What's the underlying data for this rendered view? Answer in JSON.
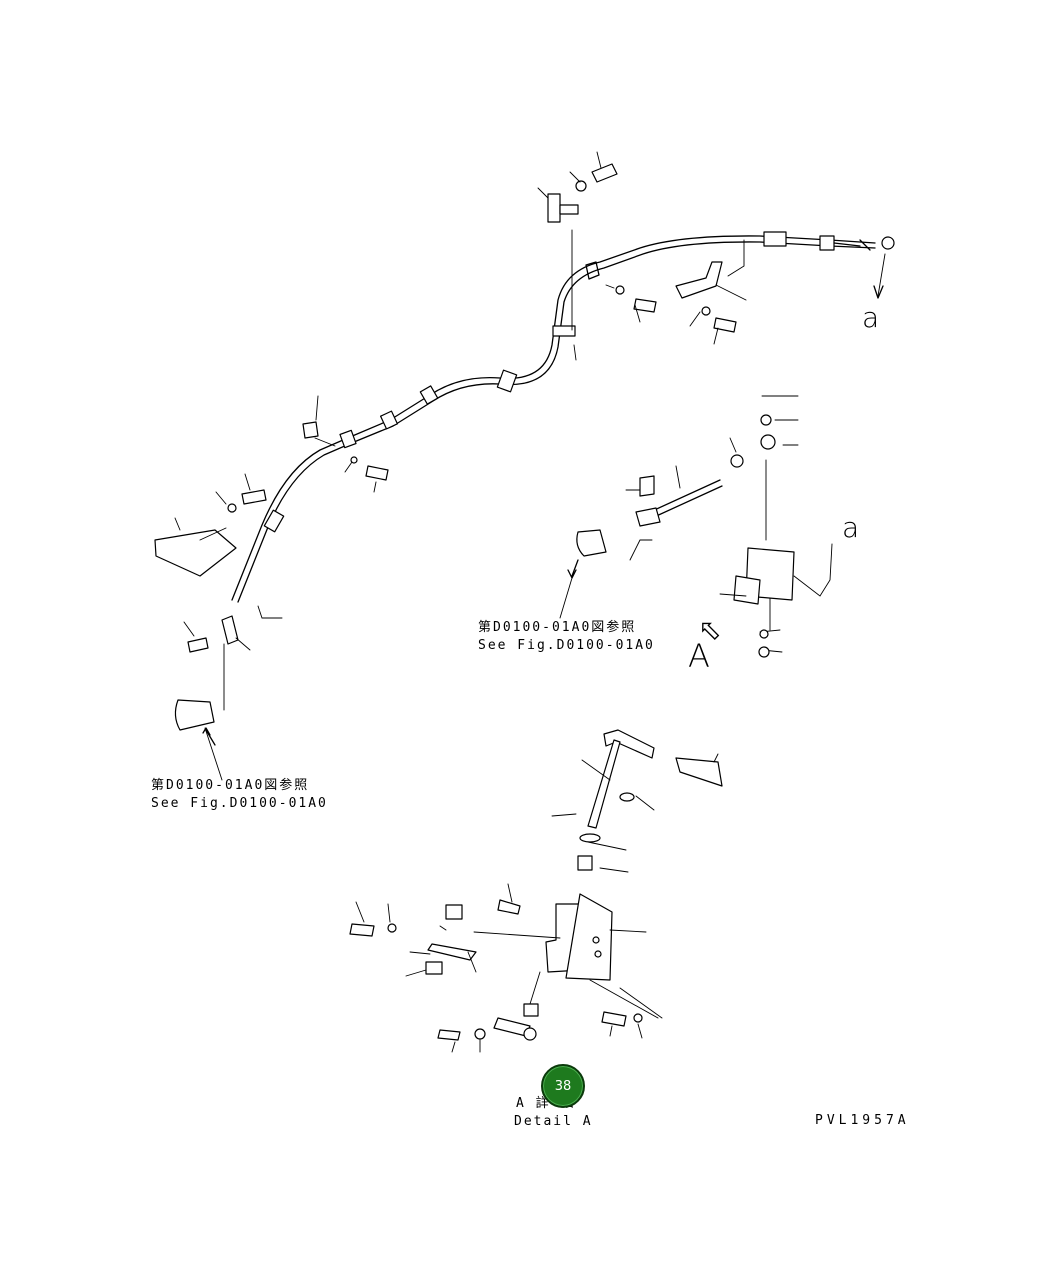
{
  "diagram": {
    "drawing_code": "PVL1957A",
    "refs": {
      "left_ja": "第D0100-01A0図参照",
      "left_en": "See Fig.D0100-01A0",
      "right_ja": "第D0100-01A0図参照",
      "right_en": "See Fig.D0100-01A0"
    },
    "detail": {
      "ja": "A 詳 細",
      "en": "Detail A"
    },
    "view_labels": {
      "a_upper": "a",
      "a_lower": "a",
      "A": "A"
    },
    "callout": {
      "number": "38",
      "color": "#1e7a1e"
    }
  }
}
